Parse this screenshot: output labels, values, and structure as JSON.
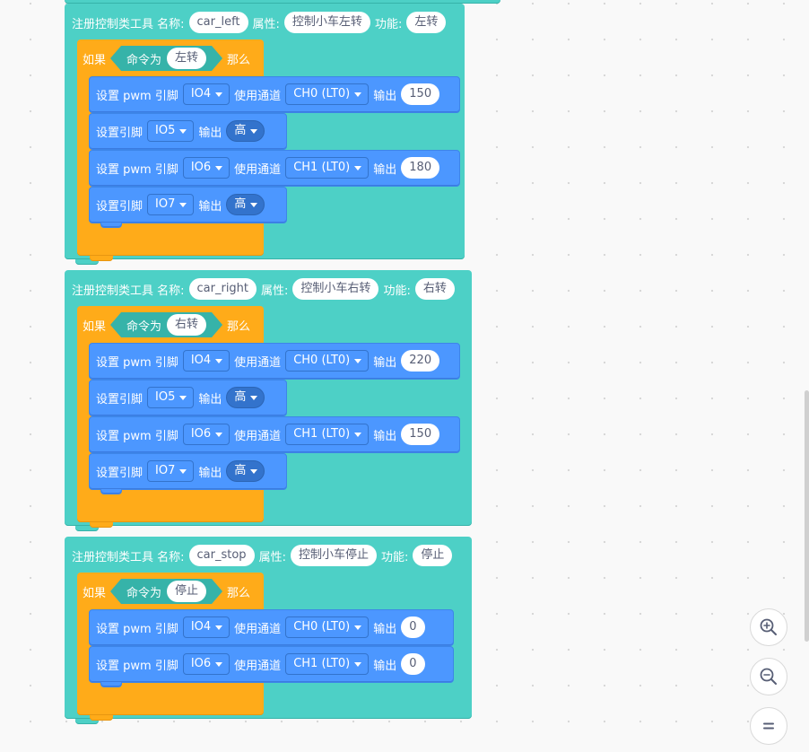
{
  "register_label": "注册控制类工具 名称:",
  "attr_label": "属性:",
  "func_label": "功能:",
  "if_label": "如果",
  "cmd_label": "命令为",
  "then_label": "那么",
  "pwm_label": "设置 pwm 引脚",
  "channel_label": "使用通道",
  "output_label": "输出",
  "pin_label": "设置引脚",
  "tools": [
    {
      "name": "car_left",
      "attr": "控制小车左转",
      "func": "左转",
      "command": "左转",
      "actions": [
        {
          "type": "pwm",
          "pin": "IO4",
          "channel": "CH0 (LT0)",
          "value": "150"
        },
        {
          "type": "digital",
          "pin": "IO5",
          "level": "高"
        },
        {
          "type": "pwm",
          "pin": "IO6",
          "channel": "CH1 (LT0)",
          "value": "180"
        },
        {
          "type": "digital",
          "pin": "IO7",
          "level": "高"
        }
      ]
    },
    {
      "name": "car_right",
      "attr": "控制小车右转",
      "func": "右转",
      "command": "右转",
      "actions": [
        {
          "type": "pwm",
          "pin": "IO4",
          "channel": "CH0 (LT0)",
          "value": "220"
        },
        {
          "type": "digital",
          "pin": "IO5",
          "level": "高"
        },
        {
          "type": "pwm",
          "pin": "IO6",
          "channel": "CH1 (LT0)",
          "value": "150"
        },
        {
          "type": "digital",
          "pin": "IO7",
          "level": "高"
        }
      ]
    },
    {
      "name": "car_stop",
      "attr": "控制小车停止",
      "func": "停止",
      "command": "停止",
      "actions": [
        {
          "type": "pwm",
          "pin": "IO4",
          "channel": "CH0 (LT0)",
          "value": "0"
        },
        {
          "type": "pwm",
          "pin": "IO6",
          "channel": "CH1 (LT0)",
          "value": "0"
        }
      ]
    }
  ],
  "zoom_controls": [
    {
      "name": "zoom-in-button",
      "icon": "zoom-in-icon"
    },
    {
      "name": "zoom-out-button",
      "icon": "zoom-out-icon"
    },
    {
      "name": "zoom-reset-button",
      "icon": "equals-icon"
    }
  ],
  "colors": {
    "control_block": "#4dd0c6",
    "if_block": "#ffab19",
    "pin_block": "#4c97ff",
    "dropdown_dark": "#3373cc"
  }
}
